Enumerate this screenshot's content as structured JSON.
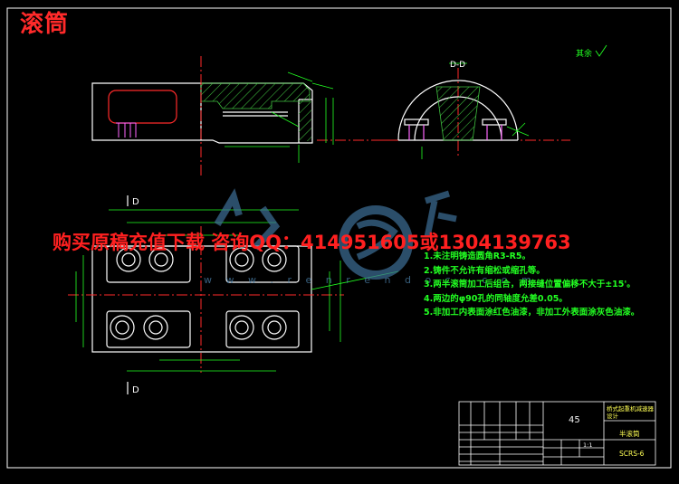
{
  "header": {
    "title": "滚筒"
  },
  "advert": {
    "text": "购买原稿充值下载 咨询QQ：414951605或1304139763"
  },
  "watermark": {
    "url": "w w w . r e n r e n d o c . c o m"
  },
  "section_marks": {
    "top": "D",
    "bottom": "D",
    "view": "D-D"
  },
  "roughness_note": "其余",
  "tech_notes": [
    "1.未注明铸造圆角R3-R5。",
    "2.铸件不允许有缩松或缩孔等。",
    "3.两半滚筒加工后组合，两接缝位置偏移不大于±15'。",
    "4.两边的φ90孔的同轴度允差0.05。",
    "5.非加工内表面涂红色油漆，非加工外表面涂灰色油漆。"
  ],
  "title_block": {
    "material": "45",
    "project": "桥式起重机减速器设计",
    "drawing_title": "半滚筒",
    "drawing_no": "SCRS-6",
    "scale": "1:1"
  },
  "colors": {
    "background": "#000000",
    "outline": "#ffffff",
    "centerline": "#ff2a2a",
    "dimension": "#22ff22",
    "hatch": "#3fbf3f",
    "advert": "#ff2020",
    "watermark": "#3e6f98"
  }
}
